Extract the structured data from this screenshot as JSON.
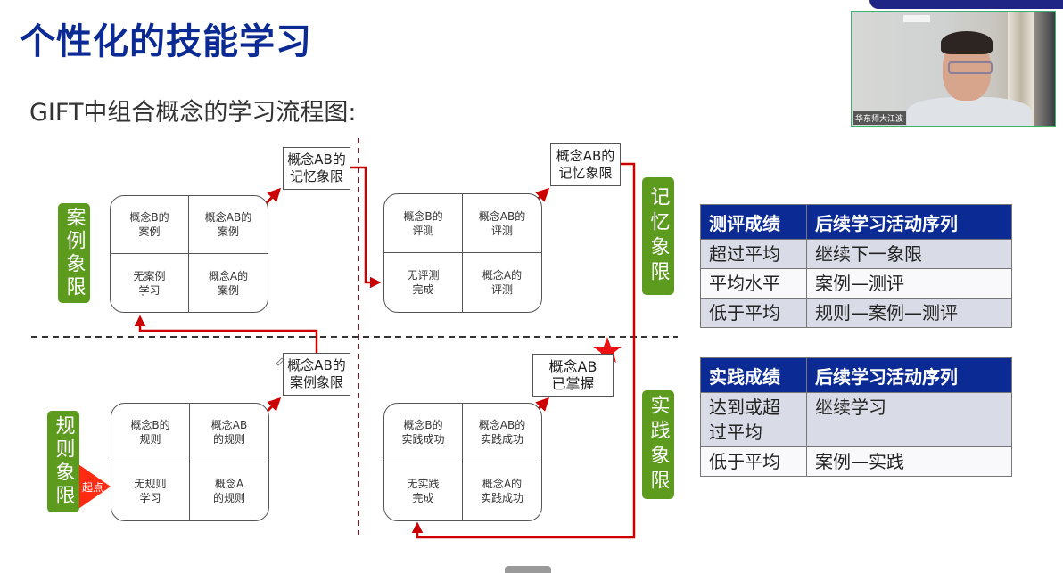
{
  "slide": {
    "title": "个性化的技能学习",
    "subtitle": "GIFT中组合概念的学习流程图:"
  },
  "video": {
    "participant_name": "华东师大江波"
  },
  "quadrant_labels": {
    "case": "案例象限",
    "memory": "记忆象限",
    "rule": "规则象限",
    "practice": "实践象限"
  },
  "start_label": "起点",
  "grids": {
    "case": {
      "top_left": "概念B的\n案例",
      "top_right": "概念AB的\n案例",
      "bottom_left": "无案例\n学习",
      "bottom_right": "概念A的\n案例"
    },
    "memory": {
      "top_left": "概念B的\n评测",
      "top_right": "概念AB的\n评测",
      "bottom_left": "无评测\n完成",
      "bottom_right": "概念A的\n评测"
    },
    "rule": {
      "top_left": "概念B的\n规则",
      "top_right": "概念AB\n的规则",
      "bottom_left": "无规则\n学习",
      "bottom_right": "概念A\n的规则"
    },
    "practice": {
      "top_left": "概念B的\n实践成功",
      "top_right": "概念AB的\n实践成功",
      "bottom_left": "无实践\n完成",
      "bottom_right": "概念A的\n实践成功"
    }
  },
  "outcome_boxes": {
    "case_to_memory": "概念AB的\n记忆象限",
    "memory_to_memory": "概念AB的\n记忆象限",
    "rule_to_case": "概念AB的\n案例象限",
    "mastered": "概念AB\n已掌握"
  },
  "test_table": {
    "headers": [
      "测评成绩",
      "后续学习活动序列"
    ],
    "rows": [
      [
        "超过平均",
        "继续下一象限"
      ],
      [
        "平均水平",
        "案例—测评"
      ],
      [
        "低于平均",
        "规则—案例—测评"
      ]
    ]
  },
  "practice_table": {
    "headers": [
      "实践成绩",
      "后续学习活动序列"
    ],
    "rows": [
      [
        "达到或超\n过平均",
        "继续学习"
      ],
      [
        "低于平均",
        "案例—实践"
      ]
    ]
  },
  "colors": {
    "title_blue": "#0b2a94",
    "quadrant_green": "#5d9b1f",
    "arrow_red": "#cc0000",
    "table_header": "#0b2a94"
  }
}
